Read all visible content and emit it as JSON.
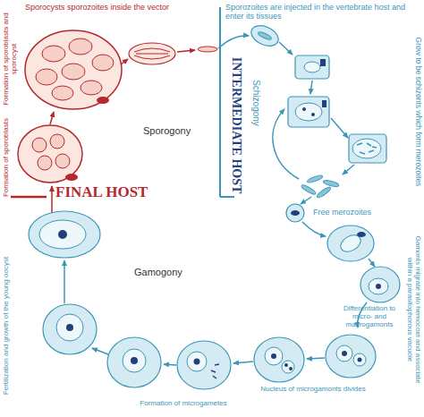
{
  "diagram": {
    "labels": [
      "Sporocysts sporozoites inside the vector",
      "Sporozoites are injected in the vertebrate host and enter its tissues",
      "Formation of sporoblasts and sporocyst",
      "INTERMEDIATE HOST",
      "Schizogony",
      "Grow to be schizonts which form merozoites",
      "Sporogony",
      "Formation of sporoblasts",
      "FINAL HOST",
      "Free merozoites",
      "Fertilization and growth of the young oocyst",
      "Gamogony",
      "Gamonts migrate into hemocoel and associate within a parasitophorous vacuole",
      "Differentiation to micro- and macrogamonts",
      "Nucleus of microgamonts divides",
      "Formation of microgametes"
    ]
  }
}
